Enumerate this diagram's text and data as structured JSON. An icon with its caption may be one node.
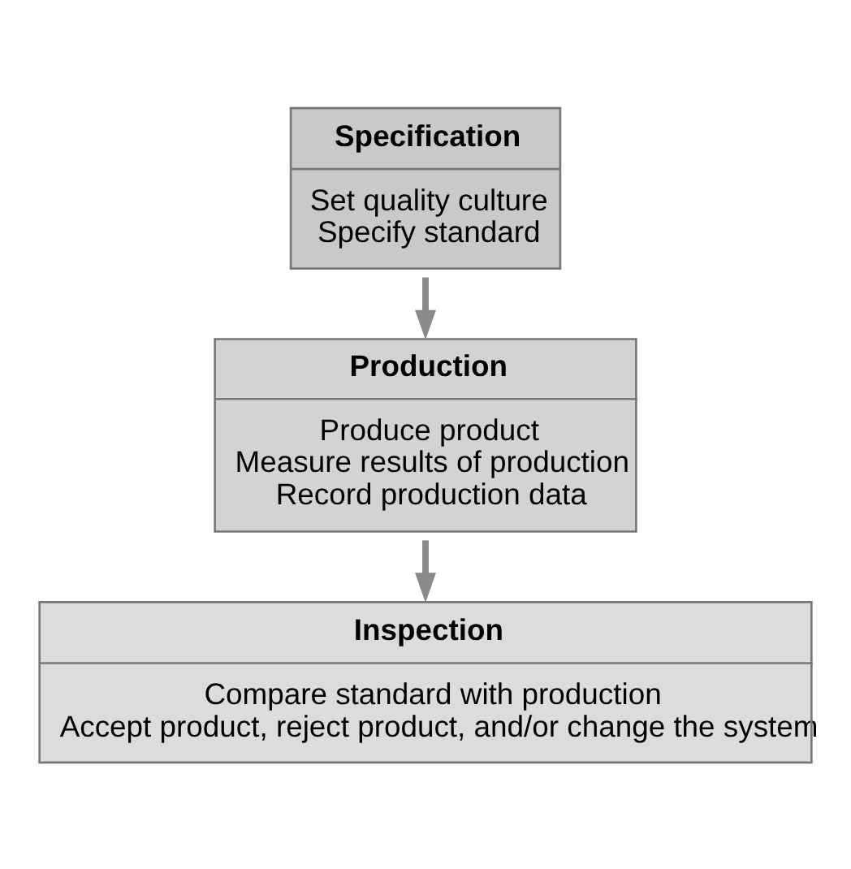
{
  "diagram": {
    "nodes": [
      {
        "text": [
          "Specification",
          "Set quality culture",
          "Specify standard"
        ]
      },
      {
        "text": [
          "Production",
          "Produce product",
          "Measure results of production",
          "Record production data"
        ]
      },
      {
        "text": [
          "Inspection",
          "Compare standard with production",
          "Accept product, reject product, and/or change the system"
        ]
      }
    ],
    "edges": [
      {
        "from": 0,
        "to": 1,
        "arrow": "to"
      },
      {
        "from": 1,
        "to": 2,
        "arrow": "to"
      }
    ]
  }
}
